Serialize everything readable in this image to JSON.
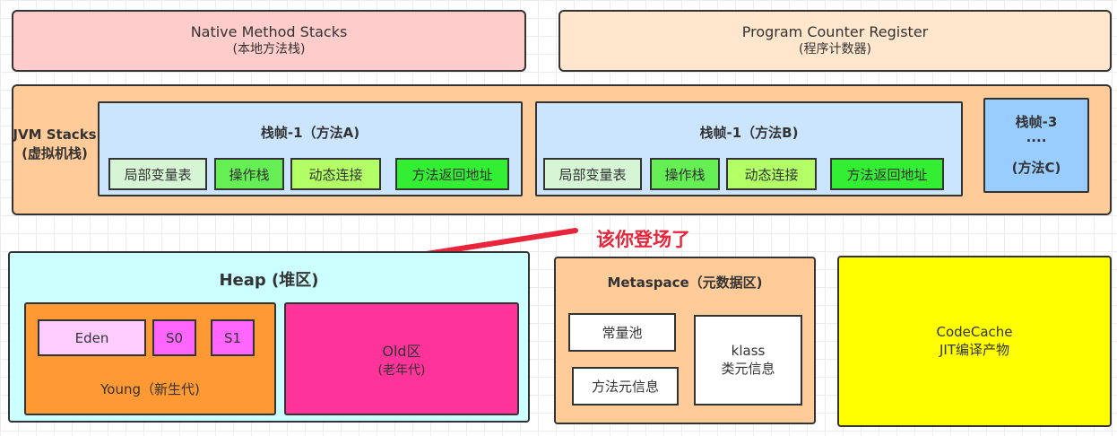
{
  "native_stacks": {
    "title": "Native Method Stacks",
    "subtitle": "(本地方法栈)",
    "color": "#ffcccc"
  },
  "pc_register": {
    "title": "Program Counter Register",
    "subtitle": "(程序计数器)",
    "color": "#ffe6cc"
  },
  "jvm_stacks": {
    "label": "JVM Stacks",
    "sublabel": "(虚拟机栈)",
    "color": "#ffcc99",
    "frames": [
      {
        "title": "栈帧-1（方法A)",
        "cells": [
          "局部变量表",
          "操作栈",
          "动态连接",
          "方法返回地址"
        ]
      },
      {
        "title": "栈帧-1（方法B)",
        "cells": [
          "局部变量表",
          "操作栈",
          "动态连接",
          "方法返回地址"
        ]
      },
      {
        "title": "栈帧-3",
        "dots": "....",
        "method": "(方法C)"
      }
    ],
    "frame_color": "#cce5ff",
    "frame3_color": "#99ccff",
    "cell_colors": [
      "#d5f5d5",
      "#66ee55",
      "#b3ff66",
      "#33ee33"
    ]
  },
  "annotation": {
    "text": "该你登场了",
    "color": "#e8253a"
  },
  "heap": {
    "title": "Heap (堆区)",
    "color": "#ccffff",
    "young": {
      "label": "Young（新生代)",
      "color": "#ff9933"
    },
    "eden": {
      "label": "Eden",
      "color": "#ffccff"
    },
    "s0": {
      "label": "S0",
      "color": "#ff66ff"
    },
    "s1": {
      "label": "S1",
      "color": "#ff66ff"
    },
    "old": {
      "label": "Old区",
      "sublabel": "(老年代)",
      "color": "#ff3399"
    }
  },
  "metaspace": {
    "title": "Metaspace（元数据区)",
    "color": "#ffcc99",
    "constant_pool": "常量池",
    "method_meta": "方法元信息",
    "klass": "klass",
    "klass_sub": "类元信息"
  },
  "codecache": {
    "title": "CodeCache",
    "subtitle": "JIT编译产物",
    "color": "#ffff00"
  }
}
